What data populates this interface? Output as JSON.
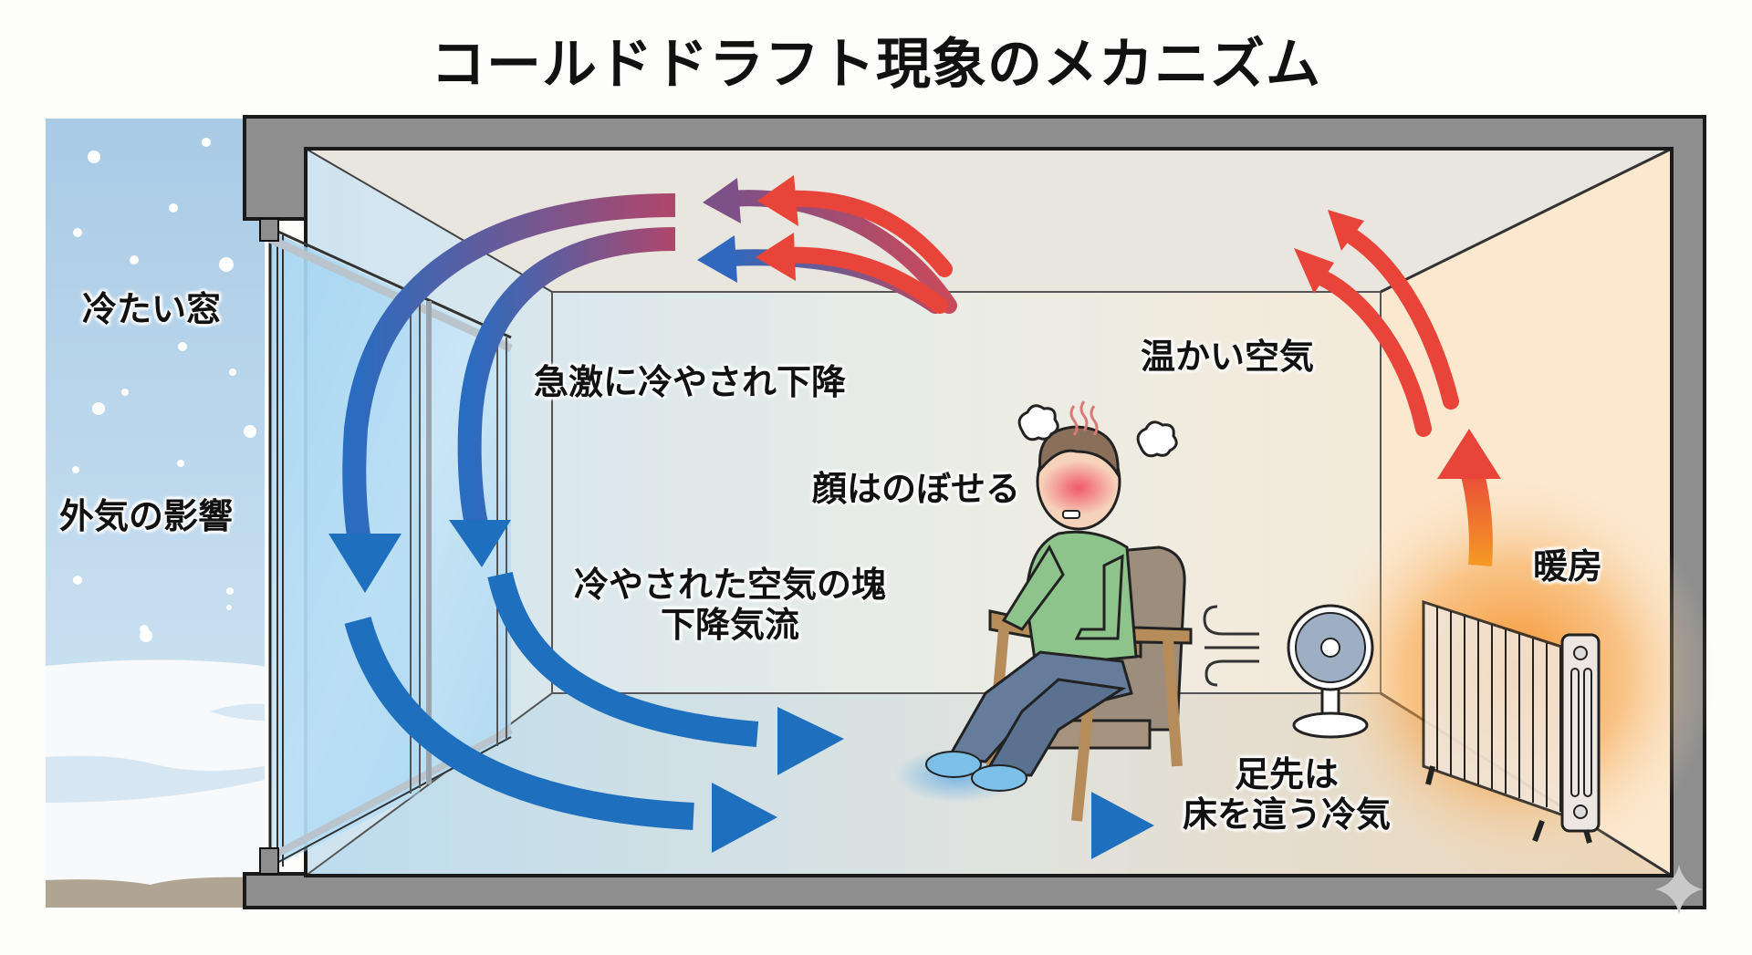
{
  "title": "コールドドラフト現象のメカニズム",
  "labels": {
    "cold_window": "冷たい窓",
    "outside_air": "外気の影響",
    "rapid_cooling": "急激に冷やされ下降",
    "cooled_air_line1": "冷やされた空気の塊",
    "cooled_air_line2": "下降気流",
    "face_flushed": "顔はのぼせる",
    "warm_air": "温かい空気",
    "heater": "暖房",
    "feet_line1": "足先は",
    "feet_line2": "床を這う冷気"
  },
  "colors": {
    "cold_arrow": "#1f6fbf",
    "warm_arrow": "#e8443a",
    "wall": "#8e8e8e",
    "sky": "#b9d6ec",
    "room_warm": "#f9e9d2",
    "room_cold": "#d3e6f2",
    "heater_glow": "#f58a1f"
  },
  "icons": [
    "snowflake-dots",
    "steam-icon",
    "puff-icon",
    "wind-icon",
    "fan-icon",
    "radiator-icon",
    "sparkle-icon"
  ]
}
